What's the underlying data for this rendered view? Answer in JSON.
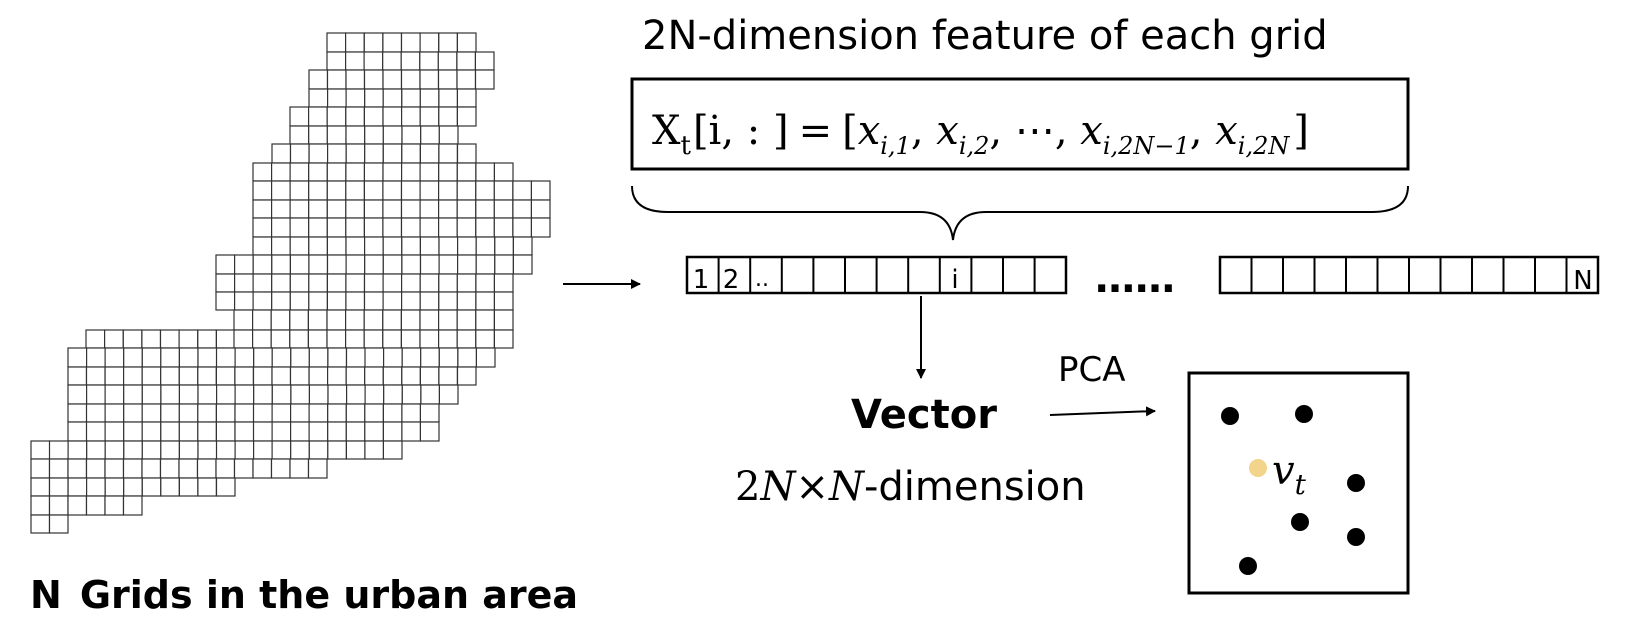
{
  "caption": {
    "count_symbol": "N",
    "text": "Grids in the urban area"
  },
  "feature_title": "2N-dimension feature of each grid",
  "formula": {
    "lhs_base": "X",
    "lhs_sub": "t",
    "lhs_index": "[i, : ]",
    "equals": "=",
    "open_bracket": "[",
    "close_bracket": "]",
    "terms": [
      {
        "base": "x",
        "sub": "i,1"
      },
      {
        "base": "x",
        "sub": "i,2"
      },
      {
        "base": "⋯",
        "sub": ""
      },
      {
        "base": "x",
        "sub": "i,2N−1"
      },
      {
        "base": "x",
        "sub": "i,2N"
      }
    ]
  },
  "vector_strip": {
    "labels": {
      "first": "1",
      "second": "2",
      "third": "..",
      "middle": "i",
      "last": "N"
    },
    "gap": "……"
  },
  "vector_label": "Vector",
  "dimension_label": {
    "prefix": "2",
    "n1": "N",
    "times": "×",
    "n2": "N",
    "suffix": "-dimension"
  },
  "pca_label": "PCA",
  "embedding": {
    "highlight_symbol": "v",
    "highlight_sub": "t",
    "highlight_color": "#f2d48a",
    "point_color": "#000000"
  }
}
